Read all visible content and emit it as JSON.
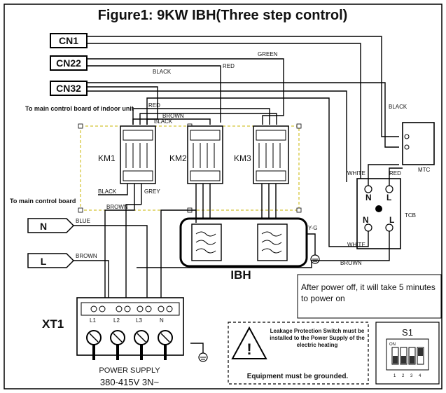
{
  "title": "Figure1: 9KW IBH(Three step control)",
  "connectors": {
    "cn1": "CN1",
    "cn22": "CN22",
    "cn32": "CN32"
  },
  "notes": {
    "to_indoor_board": "To main control board of indoor unit",
    "to_main_board": "To main control board"
  },
  "contactors": {
    "km1": "KM1",
    "km2": "KM2",
    "km3": "KM3"
  },
  "heater_label": "IBH",
  "terminal_block": {
    "name": "XT1",
    "terminals": [
      "L1",
      "L2",
      "L3",
      "N"
    ],
    "caption": "POWER SUPPLY",
    "voltage": "380-415V 3N~"
  },
  "mains": {
    "n": "N",
    "l": "L"
  },
  "wire_colors": {
    "black": "BLACK",
    "red": "RED",
    "blue": "BLUE",
    "brown": "BROWN",
    "grey": "GREY",
    "white": "WHITE",
    "yellow_green": "Y-G",
    "green": "GREEN"
  },
  "tcb": {
    "label": "TCB",
    "terminal_n_top": "N",
    "terminal_l_top": "L",
    "terminal_n_bottom": "N",
    "terminal_l_bottom": "L"
  },
  "mtc": "MTC",
  "power_note": "After power off, it will take 5 minutes to power on",
  "warning": {
    "text": "Leakage Protection Switch must be installed to the Power Supply of the electric heating",
    "ground": "Equipment must be grounded."
  },
  "switch": {
    "label": "S1",
    "positions": [
      "ON",
      "1",
      "2",
      "3",
      "4"
    ]
  },
  "colors": {
    "ink": "#000000",
    "dashed_box": "#c8b400",
    "background": "#ffffff"
  }
}
